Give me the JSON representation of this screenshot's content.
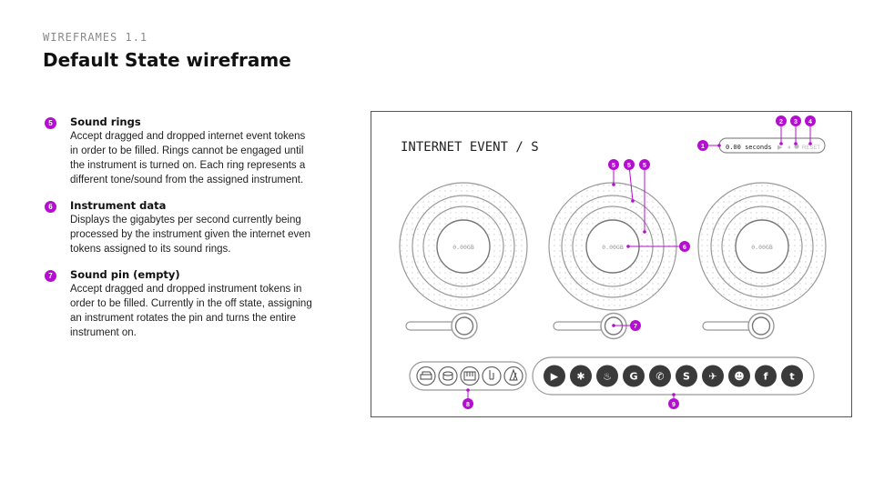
{
  "header": {
    "eyebrow": "WIREFRAMES 1.1",
    "title": "Default State wireframe"
  },
  "notes": [
    {
      "number": "5",
      "title": "Sound rings",
      "body": "Accept dragged and dropped internet event tokens in order to be filled. Rings cannot be engaged until the instrument is turned on. Each ring represents a different tone/sound from the assigned instrument."
    },
    {
      "number": "6",
      "title": "Instrument data",
      "body": "Displays the gigabytes per second currently being processed by the instrument given the internet even tokens assigned to its sound rings."
    },
    {
      "number": "7",
      "title": "Sound pin (empty)",
      "body": "Accept dragged and dropped instrument tokens in order to be filled. Currently in the off state, assigning an instrument rotates the pin and turns the entire instrument on."
    }
  ],
  "wireframe": {
    "app_title": "INTERNET EVENT / S",
    "timer_text": "0.00 seconds",
    "play_glyph": "▶",
    "pause_glyph": "⏸",
    "reset_label": "RESET",
    "instrument_readout": "0.00GB",
    "callouts": {
      "timer": "1",
      "play": "2",
      "pause": "3",
      "reset": "4",
      "rings": "5",
      "data": "6",
      "pin": "7",
      "instrument_tray": "8",
      "event_tray": "9"
    },
    "instrument_icons": [
      "piano-icon",
      "drum-icon",
      "keyboard-icon",
      "violin-icon",
      "metronome-icon"
    ],
    "event_icons": [
      {
        "name": "youtube-icon",
        "glyph": "▶"
      },
      {
        "name": "yelp-icon",
        "glyph": "✱"
      },
      {
        "name": "tinder-icon",
        "glyph": "♨"
      },
      {
        "name": "google-icon",
        "glyph": "G"
      },
      {
        "name": "whatsapp-icon",
        "glyph": "✆"
      },
      {
        "name": "skype-icon",
        "glyph": "S"
      },
      {
        "name": "twitter-icon",
        "glyph": "✈"
      },
      {
        "name": "reddit-icon",
        "glyph": "☻"
      },
      {
        "name": "facebook-icon",
        "glyph": "f"
      },
      {
        "name": "tumblr-icon",
        "glyph": "t"
      }
    ]
  },
  "colors": {
    "accent": "#b40fd0",
    "token_fill": "#3a3a3a",
    "outline": "#8a8a8a"
  }
}
